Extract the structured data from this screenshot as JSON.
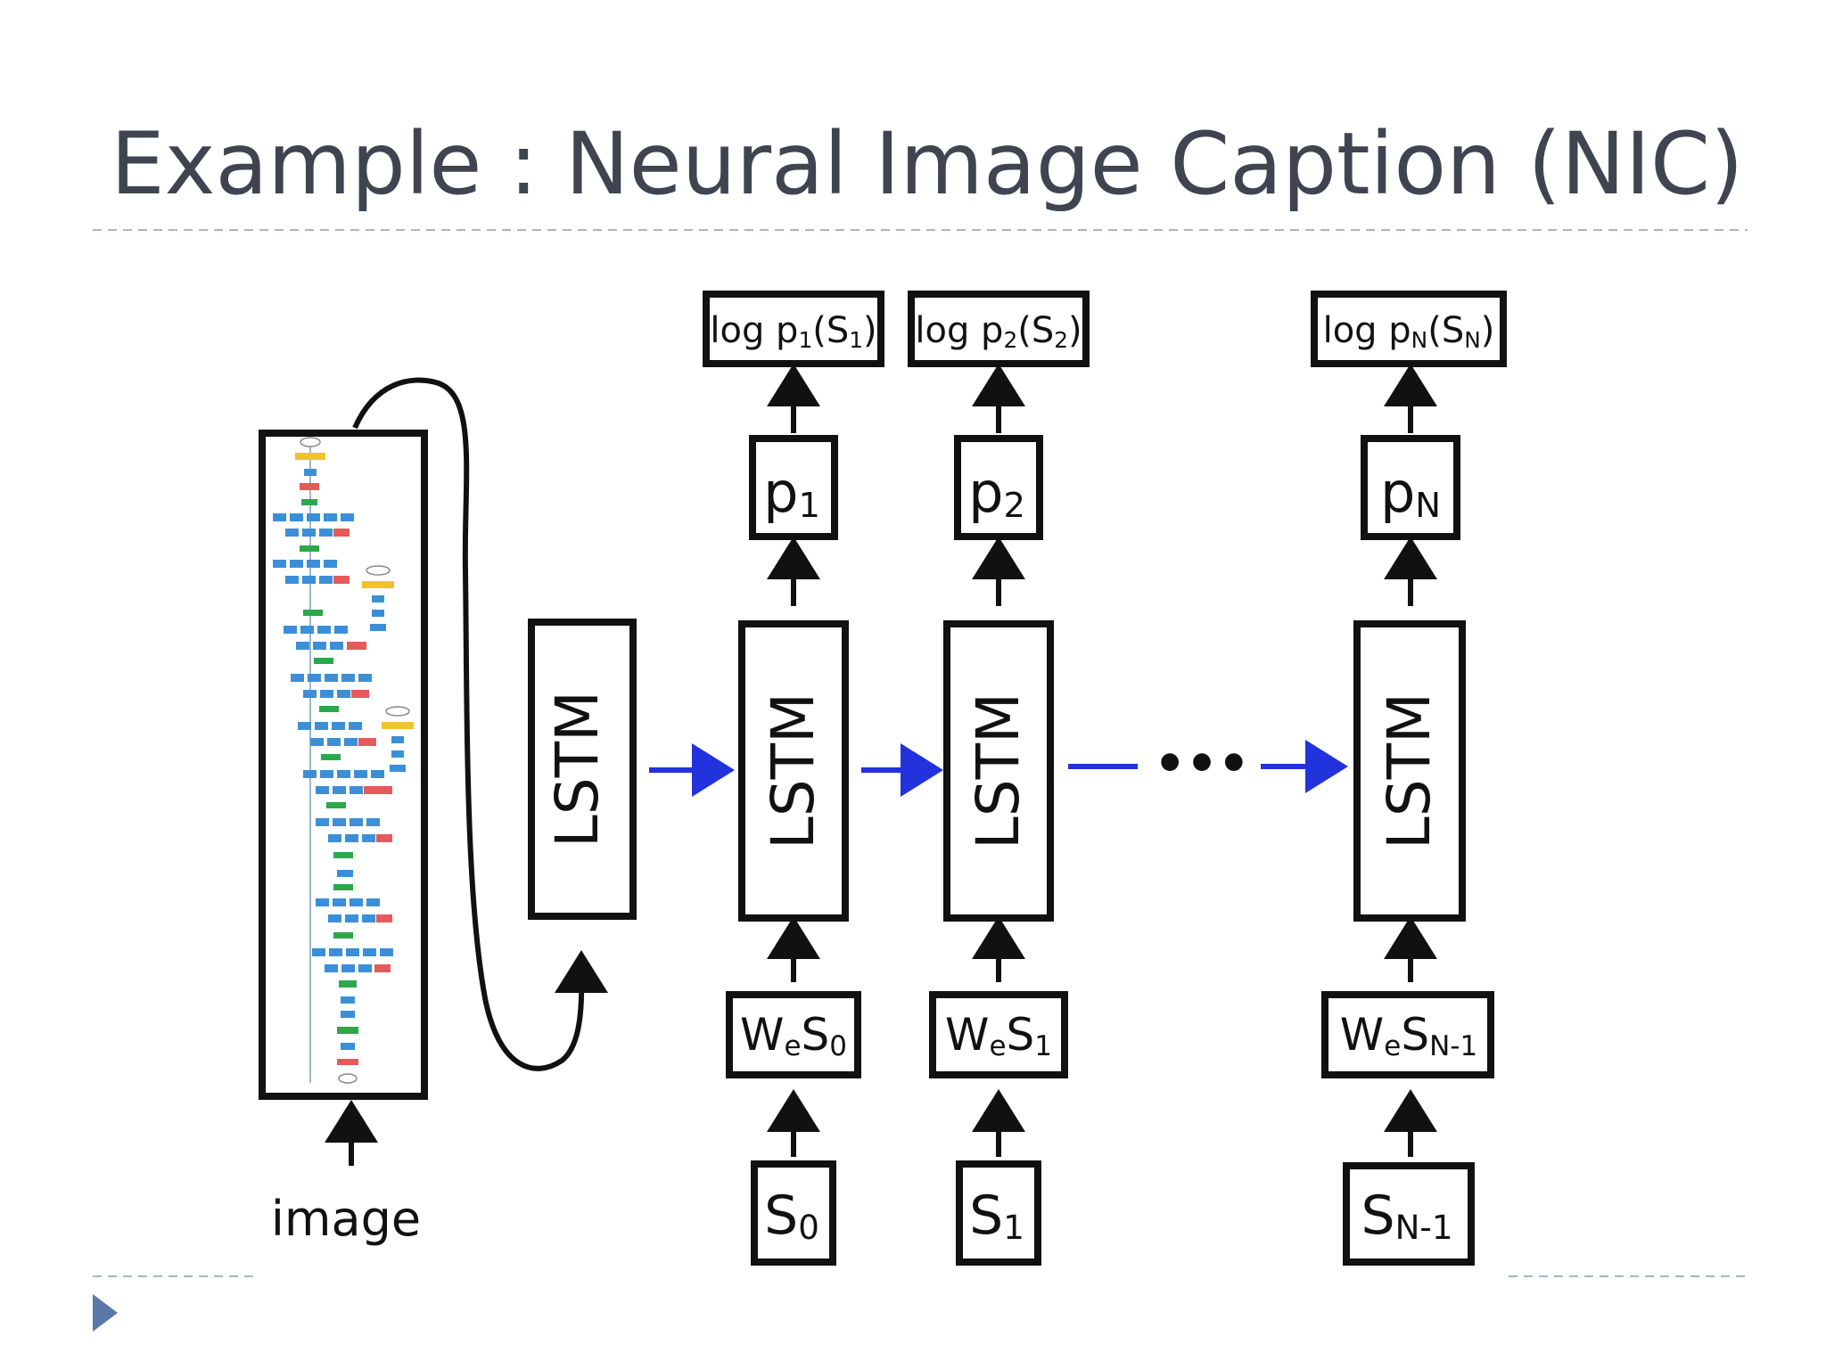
{
  "slide": {
    "title": "Example : Neural Image Caption (NIC)",
    "accent_color": "#5a78a8",
    "bullet_icon": "triangle-bullet-icon"
  },
  "diagram": {
    "image_label": "image",
    "cnn_icon": "inception-network-icon",
    "lstm_label": "LSTM",
    "ellipsis": "•••",
    "columns": [
      {
        "log": {
          "base": "log p",
          "a": "1",
          "mid": "(S",
          "b": "1",
          "end": ")"
        },
        "prob": {
          "base": "p",
          "sub": "1"
        },
        "embed": {
          "base": "W",
          "e": "e",
          "s": "S",
          "sub": "0"
        },
        "token": {
          "base": "S",
          "sub": "0"
        }
      },
      {
        "log": {
          "base": "log p",
          "a": "2",
          "mid": "(S",
          "b": "2",
          "end": ")"
        },
        "prob": {
          "base": "p",
          "sub": "2"
        },
        "embed": {
          "base": "W",
          "e": "e",
          "s": "S",
          "sub": "1"
        },
        "token": {
          "base": "S",
          "sub": "1"
        }
      },
      {
        "log": {
          "base": "log p",
          "a": "N",
          "mid": "(S",
          "b": "N",
          "end": ")"
        },
        "prob": {
          "base": "p",
          "sub": "N"
        },
        "embed": {
          "base": "W",
          "e": "e",
          "s": "S",
          "sub": "N-1"
        },
        "token": {
          "base": "S",
          "sub": "N-1"
        }
      }
    ],
    "colors": {
      "line": "#111111",
      "flow": "#2233dd"
    }
  }
}
